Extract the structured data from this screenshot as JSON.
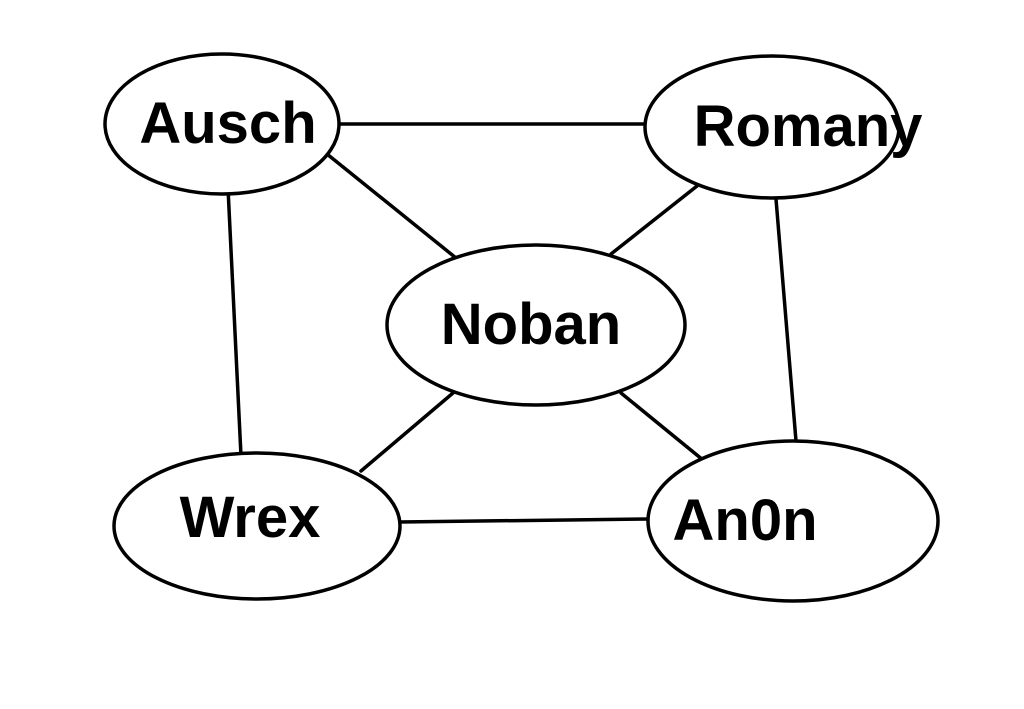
{
  "colors": {
    "background": "#ffffff",
    "stroke": "#000000",
    "text": "#000000"
  },
  "nodes": [
    {
      "id": "ausch",
      "label": "Ausch"
    },
    {
      "id": "romany",
      "label": "Romany"
    },
    {
      "id": "noban",
      "label": "Noban"
    },
    {
      "id": "wrex",
      "label": "Wrex"
    },
    {
      "id": "anon",
      "label": "An0n"
    }
  ],
  "edges": [
    {
      "from": "ausch",
      "to": "romany"
    },
    {
      "from": "ausch",
      "to": "noban"
    },
    {
      "from": "ausch",
      "to": "wrex"
    },
    {
      "from": "romany",
      "to": "noban"
    },
    {
      "from": "romany",
      "to": "anon"
    },
    {
      "from": "noban",
      "to": "wrex"
    },
    {
      "from": "noban",
      "to": "anon"
    },
    {
      "from": "wrex",
      "to": "anon"
    }
  ]
}
